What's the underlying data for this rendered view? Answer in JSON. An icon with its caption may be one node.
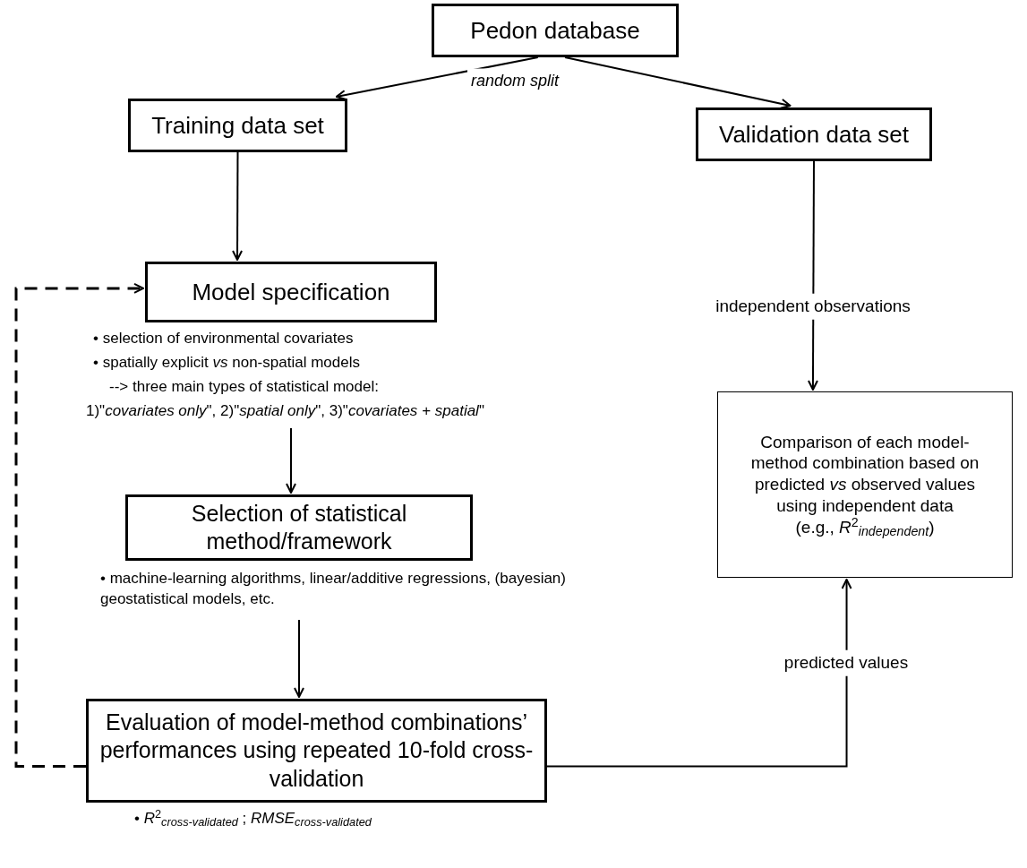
{
  "diagram": {
    "nodes": [
      {
        "text": [
          "Pedon database"
        ]
      },
      {
        "text": [
          "Training data set"
        ]
      },
      {
        "text": [
          "Validation data set"
        ]
      },
      {
        "text": [
          "Model specification"
        ],
        "beside": [
          "• selection of environmental covariates",
          "• spatially explicit *vs* non-spatial models",
          "--> three main types of statistical model:",
          "1)\"*covariates only*\", 2)\"*spatial only*\", 3)\"*covariates + spatial*\""
        ]
      },
      {
        "text": [
          "Selection of statistical method/framework"
        ],
        "beside": [
          "• machine-learning algorithms, linear/additive regressions, (bayesian) geostatistical models, etc."
        ]
      },
      {
        "text": [
          "Evaluation of model-method combinations’ performances using repeated 10-fold cross-validation"
        ],
        "beside": [
          "• *R*$^{2}$$_{cross-validated}$ ; *RMSE*$_{cross-validated}$"
        ]
      },
      {
        "text": [
          "Comparison of each model-method combination based on predicted *vs* observed values using independent data",
          "(e.g., *R*$^{2}$$_{independent}$)"
        ]
      }
    ],
    "edges": [
      {
        "from": 0,
        "to": 1,
        "arrow": "to",
        "label": "random split"
      },
      {
        "from": 0,
        "to": 2,
        "arrow": "to"
      },
      {
        "from": 1,
        "to": 3,
        "arrow": "to"
      },
      {
        "from": 2,
        "to": 6,
        "arrow": "to",
        "label": "independent observations"
      },
      {
        "from": 3,
        "to": 4,
        "arrow": "to"
      },
      {
        "from": 4,
        "to": 5,
        "arrow": "to"
      },
      {
        "from": 5,
        "to": 3,
        "arrow": "to",
        "style": "dashed"
      },
      {
        "from": 5,
        "to": 6,
        "arrow": "to",
        "label": "predicted values"
      }
    ]
  }
}
